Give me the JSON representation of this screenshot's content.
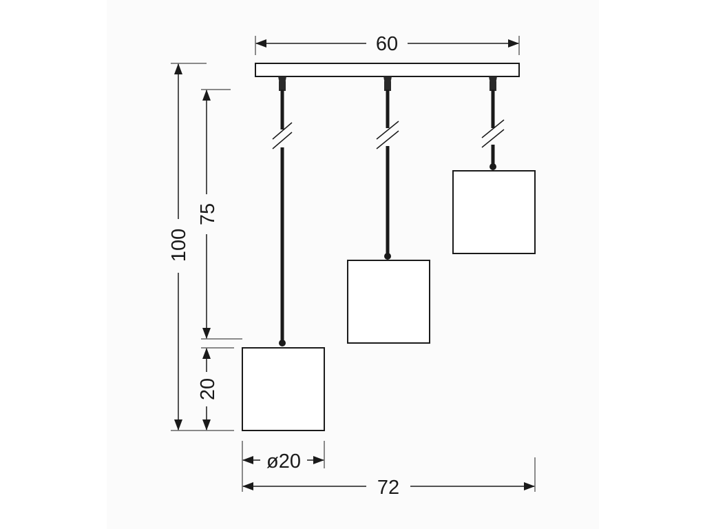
{
  "diagram": {
    "dimensions": {
      "canopy_width": "60",
      "total_height": "100",
      "cable_length": "75",
      "shade_height": "20",
      "shade_diameter": "ø20",
      "total_width": "72"
    },
    "colors": {
      "line": "#1a1a1a",
      "background": "#fbfbfb"
    }
  }
}
